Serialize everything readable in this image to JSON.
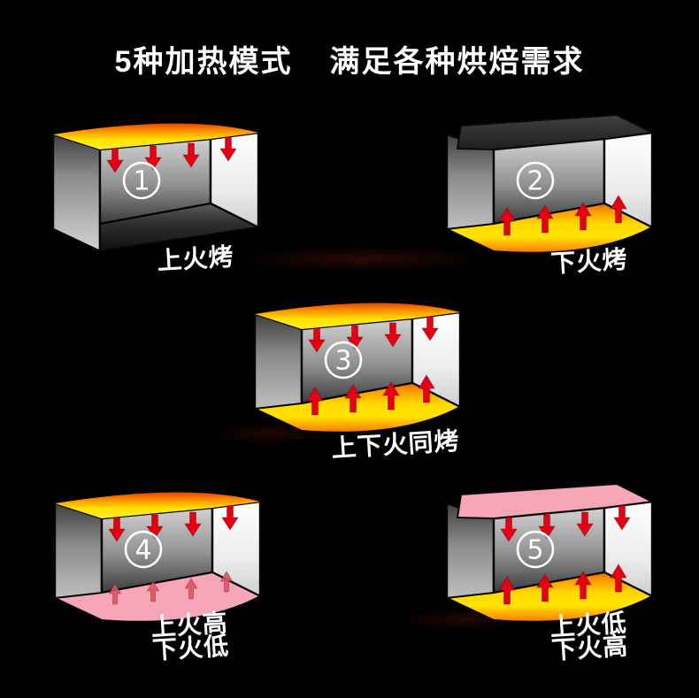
{
  "title": {
    "part1": "5种加热模式",
    "part2": "满足各种烘焙需求"
  },
  "modes": [
    {
      "number": "1",
      "label_lines": [
        "上火烤"
      ],
      "top_heat": "strong",
      "bottom_heat": "none",
      "arrows_top": "bright",
      "arrows_bottom": "none"
    },
    {
      "number": "2",
      "label_lines": [
        "下火烤"
      ],
      "top_heat": "none",
      "bottom_heat": "strong",
      "arrows_top": "none",
      "arrows_bottom": "bright"
    },
    {
      "number": "3",
      "label_lines": [
        "上下火同烤"
      ],
      "top_heat": "strong",
      "bottom_heat": "strong",
      "arrows_top": "bright",
      "arrows_bottom": "bright"
    },
    {
      "number": "4",
      "label_lines": [
        "上火高",
        "下火低"
      ],
      "top_heat": "strong",
      "bottom_heat": "weak",
      "arrows_top": "bright",
      "arrows_bottom": "muted"
    },
    {
      "number": "5",
      "label_lines": [
        "上火低",
        "下火高"
      ],
      "top_heat": "weak",
      "bottom_heat": "strong",
      "arrows_top": "bright",
      "arrows_bottom": "bright"
    }
  ],
  "colors": {
    "background": "#000000",
    "text": "#ffffff",
    "heat_strong_yellow": "#ffe400",
    "heat_strong_orange": "#ff9000",
    "heat_strong_red": "#e03400",
    "heat_strong_dark_red": "#7e0d00",
    "heat_weak_pink": "#f6a6b7",
    "arrow_bright": "#e60012",
    "arrow_muted": "#dc5360",
    "wall_light_gray": "#d4d4d4",
    "wall_dark_gray": "#3f3f3f"
  }
}
